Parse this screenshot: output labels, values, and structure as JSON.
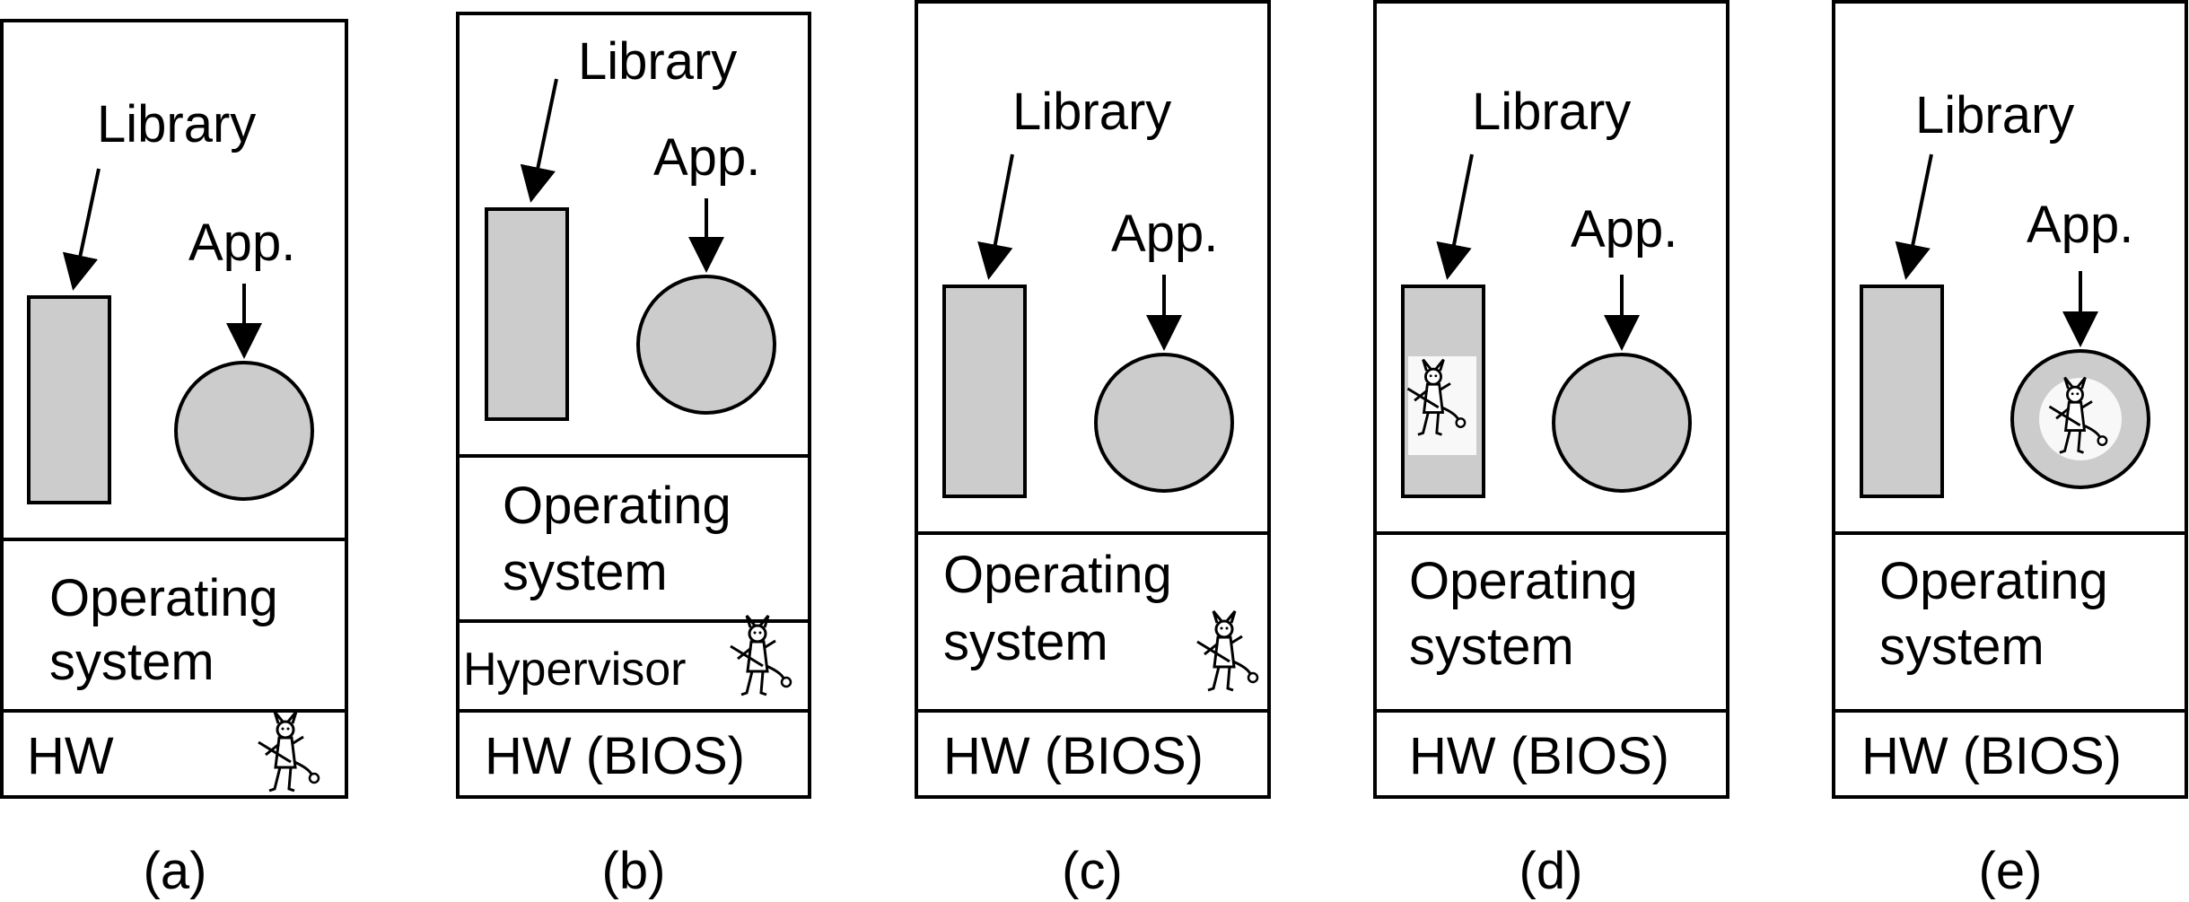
{
  "labels": {
    "library": "Library",
    "app": "App.",
    "os_line1": "Operating",
    "os_line2": "system",
    "hypervisor": "Hypervisor",
    "hw": "HW",
    "hw_bios": "HW (BIOS)"
  },
  "panels": [
    {
      "id": "a",
      "caption": "(a)",
      "hw_label_key": "hw",
      "has_hypervisor": false,
      "devil_location": "hardware"
    },
    {
      "id": "b",
      "caption": "(b)",
      "hw_label_key": "hw_bios",
      "has_hypervisor": true,
      "devil_location": "hypervisor"
    },
    {
      "id": "c",
      "caption": "(c)",
      "hw_label_key": "hw_bios",
      "has_hypervisor": false,
      "devil_location": "operating system"
    },
    {
      "id": "d",
      "caption": "(d)",
      "hw_label_key": "hw_bios",
      "has_hypervisor": false,
      "devil_location": "library"
    },
    {
      "id": "e",
      "caption": "(e)",
      "hw_label_key": "hw_bios",
      "has_hypervisor": false,
      "devil_location": "application"
    }
  ],
  "colors": {
    "fill": "#cccccc",
    "stroke": "#000000",
    "background": "#ffffff"
  },
  "icons": {
    "devil": "devil-icon"
  }
}
